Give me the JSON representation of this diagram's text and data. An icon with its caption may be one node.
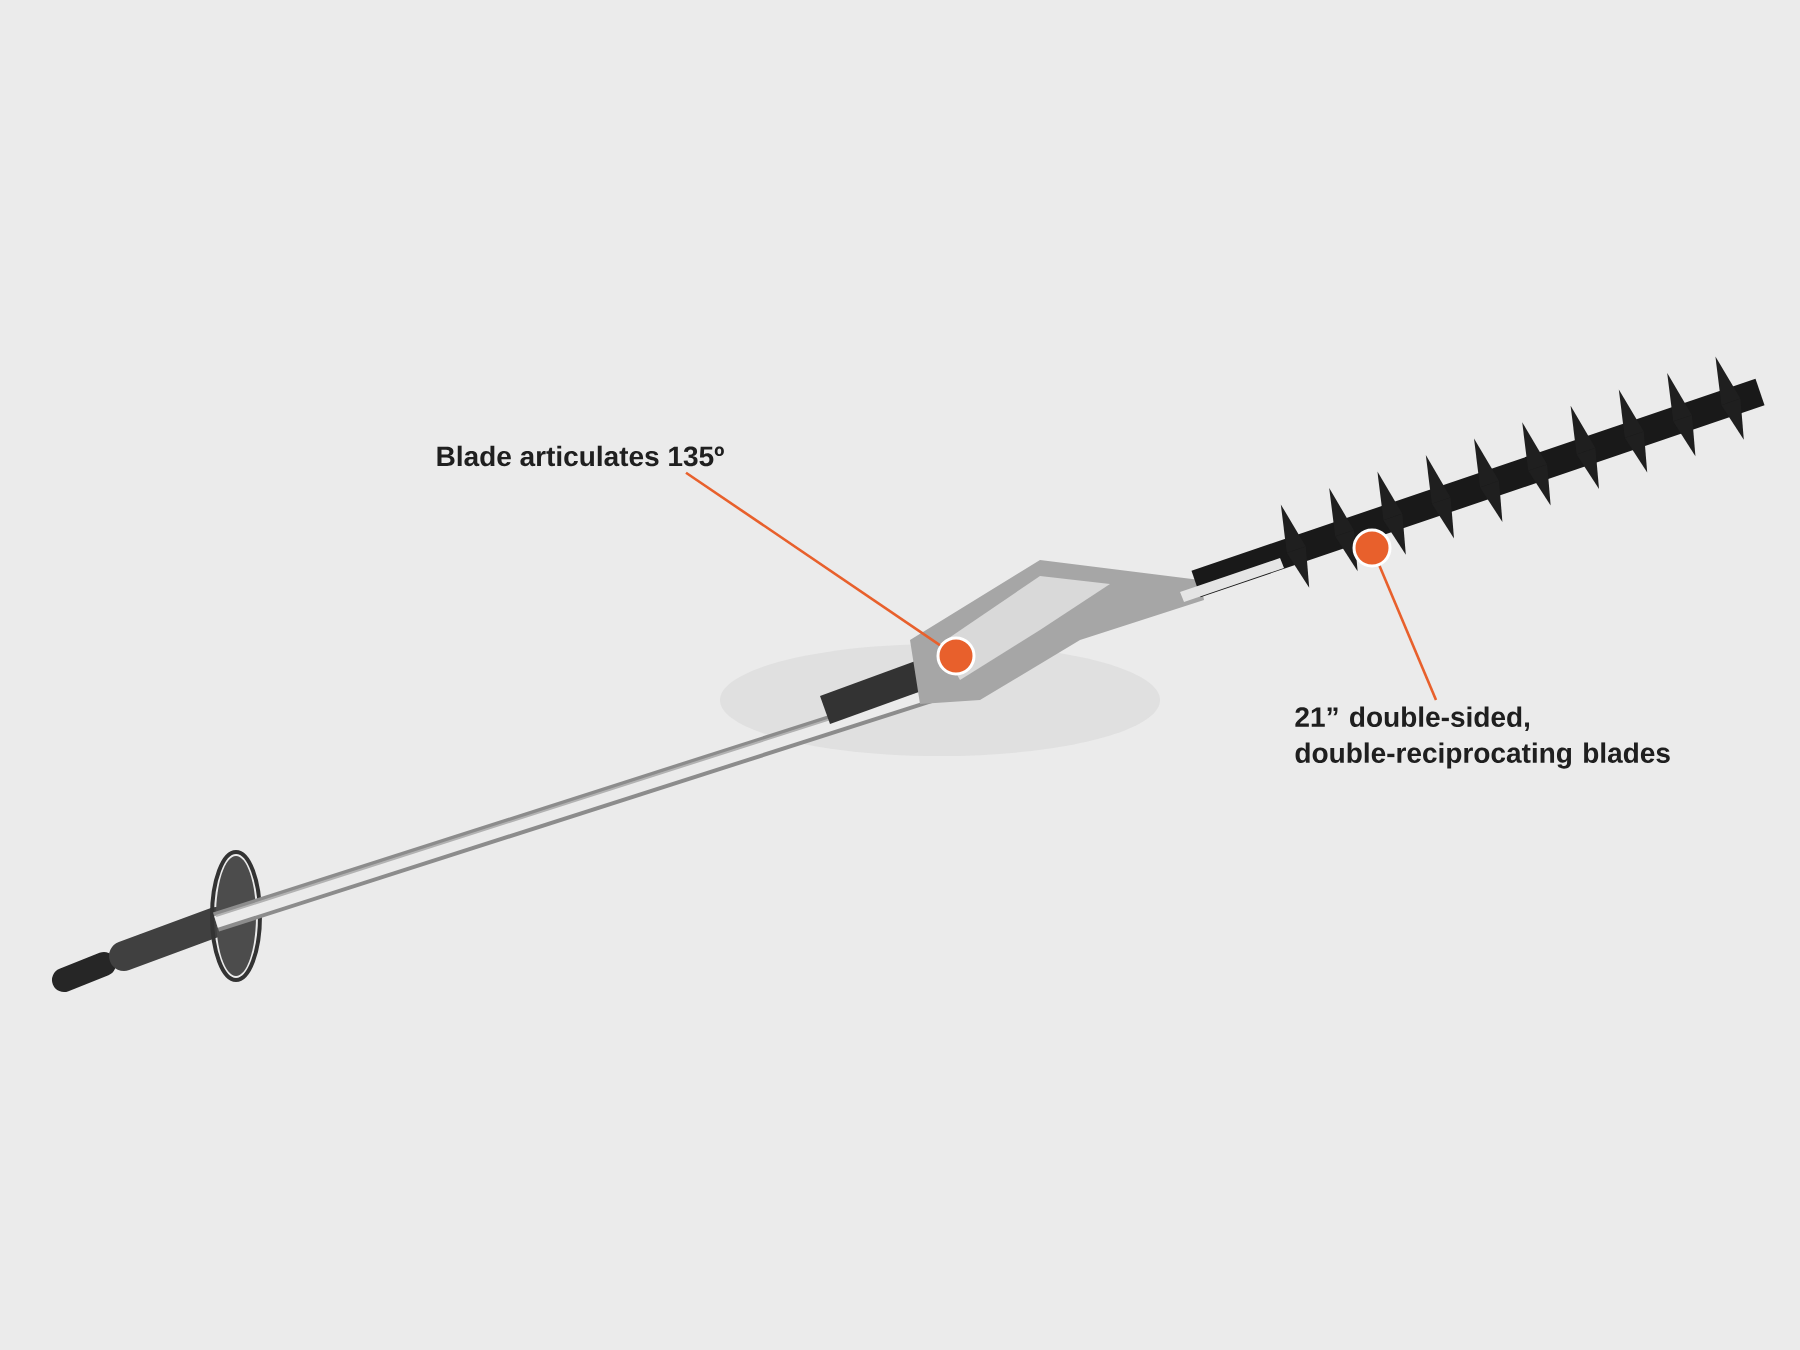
{
  "diagram": {
    "nodes": [
      {
        "text": [
          "Blade articulates 135º"
        ]
      },
      {
        "text": [],
        "shape": "circle"
      },
      {
        "text": [],
        "shape": "circle"
      },
      {
        "text": [
          "21” double-sided, double-reciprocating blades"
        ]
      }
    ],
    "edges": [
      {
        "from": 0,
        "to": 1,
        "arrow": "none"
      },
      {
        "from": 3,
        "to": 2,
        "arrow": "none"
      }
    ]
  }
}
